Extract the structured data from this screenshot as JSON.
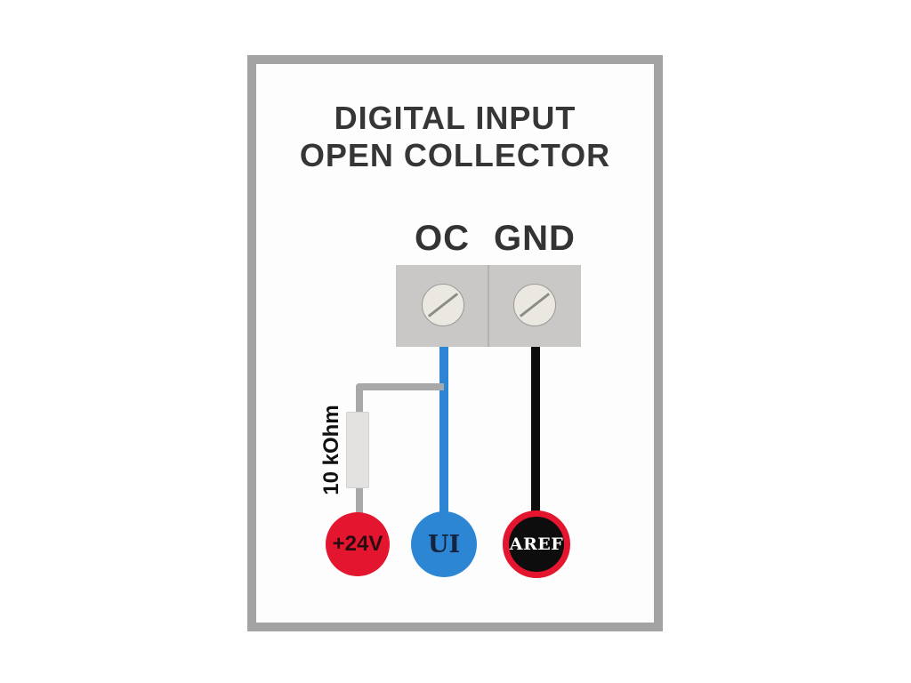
{
  "diagram": {
    "title": {
      "line1": "DIGITAL INPUT",
      "line2": "OPEN COLLECTOR"
    },
    "terminals": {
      "left_label": "OC",
      "right_label": "GND"
    },
    "resistor": {
      "label": "10 kOhm"
    },
    "nodes": {
      "supply": {
        "label": "+24V",
        "fill": "#e4152e"
      },
      "input": {
        "label": "UI",
        "fill": "#2d86d3"
      },
      "reference": {
        "label": "AREF",
        "fill": "#0d0d0d",
        "ring": "#e4152e"
      }
    },
    "wires": {
      "input_wire_color": "#2d86d3",
      "reference_wire_color": "#0d0d0d",
      "pullup_wire_color": "#a8a8a8"
    },
    "colors": {
      "frame_border": "#a3a3a3",
      "terminal_block": "#c9c8c6",
      "screw_head": "#ebe8e2",
      "title_text": "#363636",
      "background": "#ffffff"
    }
  }
}
